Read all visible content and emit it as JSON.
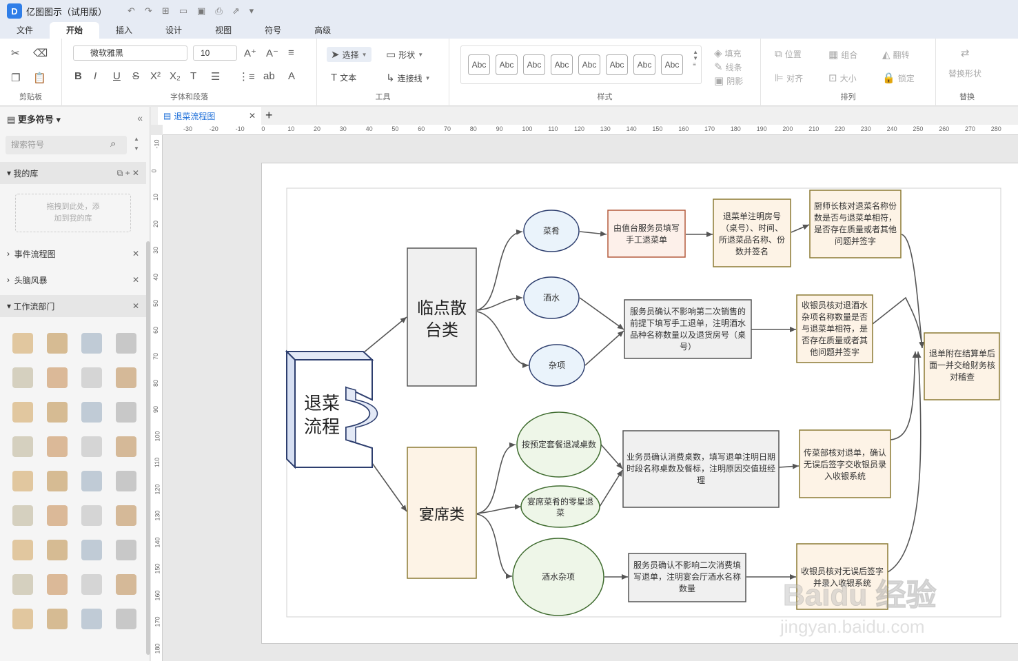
{
  "app": {
    "title": "亿图图示（试用版）",
    "logo": "D"
  },
  "menu": [
    "文件",
    "开始",
    "插入",
    "设计",
    "视图",
    "符号",
    "高级"
  ],
  "menu_active": "开始",
  "ribbon": {
    "font_name": "微软雅黑",
    "font_size": "10",
    "select_label": "选择",
    "shape_label": "形状",
    "text_label": "文本",
    "connector_label": "连接线",
    "abc": [
      "Abc",
      "Abc",
      "Abc",
      "Abc",
      "Abc",
      "Abc",
      "Abc",
      "Abc"
    ],
    "fill_label": "填充",
    "line_label": "线条",
    "shadow_label": "阴影",
    "position_label": "位置",
    "group_label": "组合",
    "flip_label": "翻转",
    "align_label": "对齐",
    "size_label": "大小",
    "lock_label": "锁定",
    "replace_shape_label": "替换形状",
    "groups": {
      "clipboard": "剪贴板",
      "font": "字体和段落",
      "tools": "工具",
      "styles": "样式",
      "arrange": "排列",
      "replace": "替换"
    }
  },
  "left_panel": {
    "header": "更多符号",
    "search_placeholder": "搜索符号",
    "my_library": "我的库",
    "drop_hint_1": "拖拽到此处，添",
    "drop_hint_2": "加到我的库",
    "libraries": [
      "事件流程图",
      "头脑风暴",
      "工作流部门"
    ]
  },
  "doc_tab": "退菜流程图",
  "ruler_h": [
    "-30",
    "-20",
    "-10",
    "0",
    "10",
    "20",
    "30",
    "40",
    "50",
    "60",
    "70",
    "80",
    "90",
    "100",
    "110",
    "120",
    "130",
    "140",
    "150",
    "160",
    "170",
    "180",
    "190",
    "200",
    "210",
    "220",
    "230",
    "240",
    "250",
    "260",
    "270",
    "280"
  ],
  "ruler_v": [
    "-10",
    "0",
    "10",
    "20",
    "30",
    "40",
    "50",
    "60",
    "70",
    "80",
    "90",
    "100",
    "110",
    "120",
    "130",
    "140",
    "150",
    "160",
    "170",
    "180"
  ],
  "diagram": {
    "root_1": "退菜",
    "root_2": "流程",
    "cat1_1": "临点散",
    "cat1_2": "台类",
    "cat2": "宴席类",
    "e_dish": "菜肴",
    "e_wine": "酒水",
    "e_misc": "杂项",
    "e_pkg": "按预定套餐退减桌数",
    "e_zero_1": "宴席菜肴的零星退",
    "e_zero_2": "菜",
    "e_wmisc": "酒水杂项",
    "b1_1": "由值台服务员填写",
    "b1_2": "手工退菜单",
    "b2_1": "退菜单注明房号",
    "b2_2": "（桌号）、时间、",
    "b2_3": "所退菜品名称、份",
    "b2_4": "数并签名",
    "b3_1": "厨师长核对退菜名称份",
    "b3_2": "数是否与退菜单相符，",
    "b3_3": "是否存在质量或者其他",
    "b3_4": "问题并签字",
    "b4_1": "服务员确认不影响第二次销售的",
    "b4_2": "前提下填写手工退单，注明酒水",
    "b4_3": "品种名称数量以及退货房号（桌",
    "b4_4": "号）",
    "b5_1": "收银员核对退酒水",
    "b5_2": "杂项名称数量是否",
    "b5_3": "与退菜单相符，是",
    "b5_4": "否存在质量或者其",
    "b5_5": "他问题并签字",
    "b6_1": "退单附在结算单后",
    "b6_2": "面一并交给财务核",
    "b6_3": "对稽查",
    "b7_1": "业务员确认消费桌数，填写退单注明日期",
    "b7_2": "时段名称桌数及餐标，注明原因交值班经",
    "b7_3": "理",
    "b8_1": "传菜部核对退单，确认",
    "b8_2": "无误后签字交收银员录",
    "b8_3": "入收银系统",
    "b9_1": "服务员确认不影响二次消费填",
    "b9_2": "写退单，注明宴会厅酒水名称",
    "b9_3": "数量",
    "b10_1": "收银员核对无误后签字",
    "b10_2": "并录入收银系统"
  },
  "watermark": {
    "brand": "Baidu 经验",
    "url": "jingyan.baidu.com"
  }
}
